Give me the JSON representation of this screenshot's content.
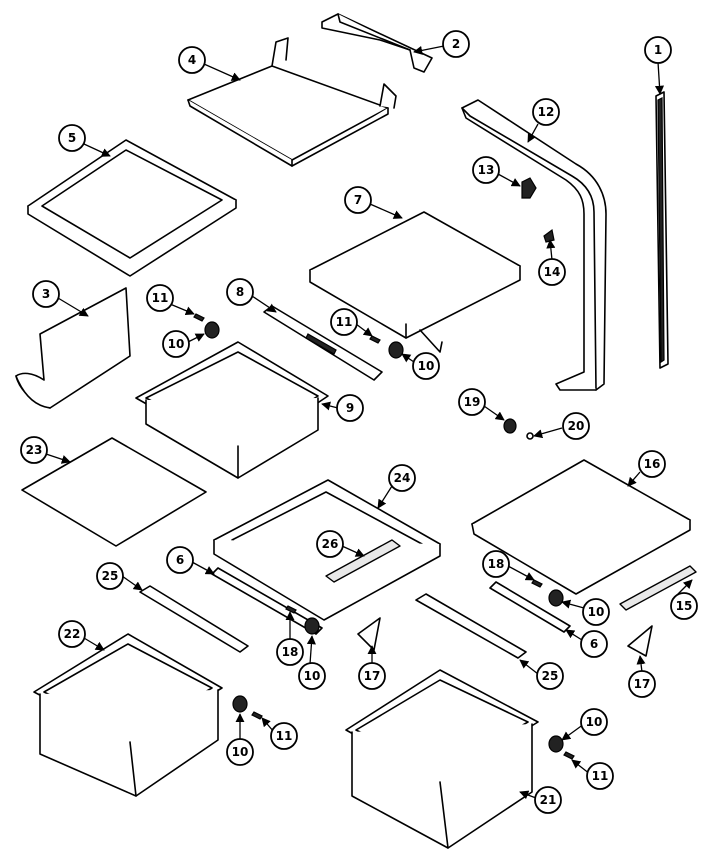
{
  "callouts": [
    {
      "id": "c1",
      "label": "1"
    },
    {
      "id": "c2",
      "label": "2"
    },
    {
      "id": "c4",
      "label": "4"
    },
    {
      "id": "c5",
      "label": "5"
    },
    {
      "id": "c12",
      "label": "12"
    },
    {
      "id": "c13",
      "label": "13"
    },
    {
      "id": "c7",
      "label": "7"
    },
    {
      "id": "c14",
      "label": "14"
    },
    {
      "id": "c3",
      "label": "3"
    },
    {
      "id": "c11a",
      "label": "11"
    },
    {
      "id": "c8",
      "label": "8"
    },
    {
      "id": "c11b",
      "label": "11"
    },
    {
      "id": "c10a",
      "label": "10"
    },
    {
      "id": "c10b",
      "label": "10"
    },
    {
      "id": "c9",
      "label": "9"
    },
    {
      "id": "c19",
      "label": "19"
    },
    {
      "id": "c20",
      "label": "20"
    },
    {
      "id": "c23",
      "label": "23"
    },
    {
      "id": "c24",
      "label": "24"
    },
    {
      "id": "c16",
      "label": "16"
    },
    {
      "id": "c26",
      "label": "26"
    },
    {
      "id": "c6a",
      "label": "6"
    },
    {
      "id": "c18a",
      "label": "18"
    },
    {
      "id": "c25a",
      "label": "25"
    },
    {
      "id": "c18b",
      "label": "18"
    },
    {
      "id": "c10c",
      "label": "10"
    },
    {
      "id": "c15",
      "label": "15"
    },
    {
      "id": "c10d",
      "label": "10"
    },
    {
      "id": "c17a",
      "label": "17"
    },
    {
      "id": "c6b",
      "label": "6"
    },
    {
      "id": "c22",
      "label": "22"
    },
    {
      "id": "c25b",
      "label": "25"
    },
    {
      "id": "c17b",
      "label": "17"
    },
    {
      "id": "c10e",
      "label": "10"
    },
    {
      "id": "c11c",
      "label": "11"
    },
    {
      "id": "c10f",
      "label": "10"
    },
    {
      "id": "c11d",
      "label": "11"
    },
    {
      "id": "c21",
      "label": "21"
    }
  ]
}
